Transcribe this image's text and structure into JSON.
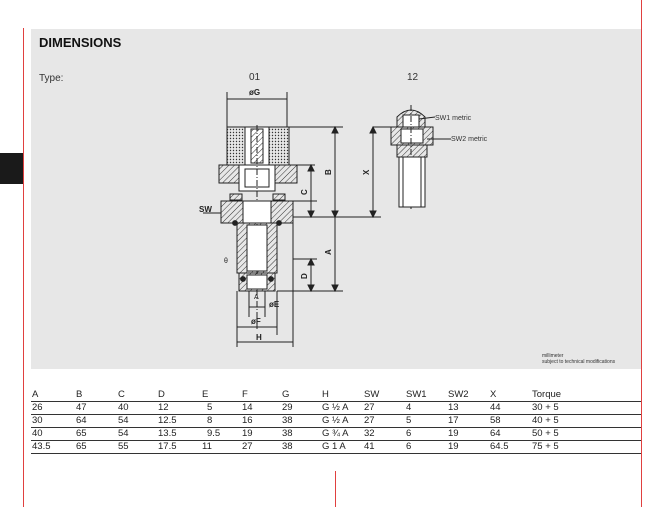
{
  "section_title": "DIMENSIONS",
  "type_label": "Type:",
  "variants": [
    "01",
    "12"
  ],
  "drawing_labels": {
    "g": "øG",
    "b": "B",
    "c": "C",
    "x": "X",
    "sw": "SW",
    "a": "A",
    "d": "D",
    "theta": "θ",
    "a_small": "A",
    "e": "øE",
    "f": "øF",
    "h": "H",
    "sw1": "SW1 metric",
    "sw2": "SW2 metric"
  },
  "note": [
    "millimeter",
    "subject to technical modifications"
  ],
  "table": {
    "headers": [
      "A",
      "B",
      "C",
      "D",
      "E",
      "F",
      "G",
      "H",
      "SW",
      "SW1",
      "SW2",
      "X",
      "Torque"
    ],
    "rows": [
      [
        "26",
        "47",
        "40",
        "12",
        "5",
        "14",
        "29",
        "G ½ A",
        "27",
        "4",
        "13",
        "44",
        "30 + 5"
      ],
      [
        "30",
        "64",
        "54",
        "12.5",
        "8",
        "16",
        "38",
        "G ½ A",
        "27",
        "5",
        "17",
        "58",
        "40 + 5"
      ],
      [
        "40",
        "65",
        "54",
        "13.5",
        "9.5",
        "19",
        "38",
        "G ¾ A",
        "32",
        "6",
        "19",
        "64",
        "50 + 5"
      ],
      [
        "43.5",
        "65",
        "55",
        "17.5",
        "11",
        "27",
        "38",
        "G 1 A",
        "41",
        "6",
        "19",
        "64.5",
        "75 + 5"
      ]
    ]
  },
  "colors": {
    "accent_line": "#e0403f",
    "panel": "#e7e7e7"
  }
}
